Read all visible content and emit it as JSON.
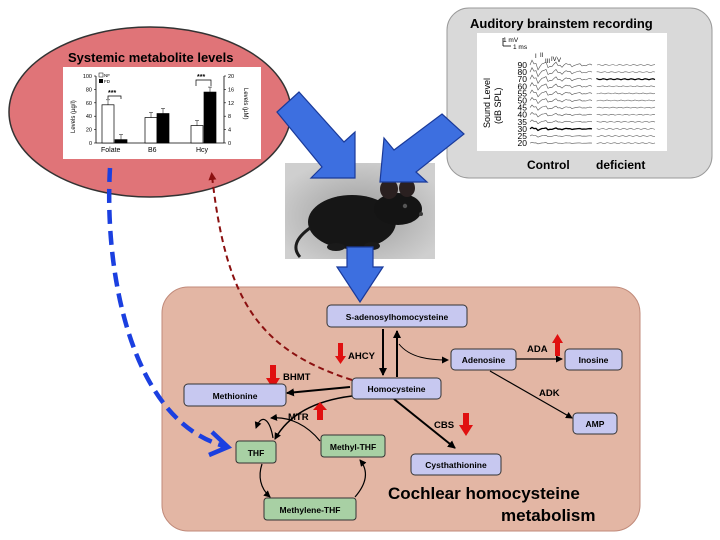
{
  "panels": {
    "systemic_title": "Systemic metabolite levels",
    "auditory_title": "Auditory brainstem recording",
    "cochlear_title_line1": "Cochlear homocysteine",
    "cochlear_title_line2": "metabolism"
  },
  "bar_chart": {
    "ylabel_left": "Levels (µg/l)",
    "ylabel_right": "Levels (µM)",
    "left_ticks": [
      "100",
      "80",
      "60",
      "40",
      "20",
      "0"
    ],
    "right_ticks": [
      "20",
      "16",
      "12",
      "8",
      "4",
      "0"
    ],
    "legend": [
      "NF",
      "FD"
    ],
    "categories": [
      "Folate",
      "B6",
      "Hcy"
    ],
    "significance": [
      "***",
      "***"
    ],
    "values": {
      "folate": [
        57,
        5
      ],
      "b6": [
        38,
        44
      ],
      "hcy": [
        5.2,
        15.2
      ]
    }
  },
  "abr": {
    "scale_mv": "1 mV",
    "scale_ms": "1 ms",
    "wave_labels": [
      "I",
      "II",
      "III",
      "IV",
      "V"
    ],
    "ylabel_line1": "Sound Level",
    "ylabel_line2": "(dB SPL)",
    "levels": [
      "90",
      "80",
      "70",
      "60",
      "55",
      "50",
      "45",
      "40",
      "35",
      "30",
      "25",
      "20"
    ],
    "group_control": "Control",
    "group_deficient": "deficient"
  },
  "nodes": {
    "sah": "S-adenosylhomocysteine",
    "adenosine": "Adenosine",
    "inosine": "Inosine",
    "methionine": "Methionine",
    "homocysteine": "Homocysteine",
    "amp": "AMP",
    "thf": "THF",
    "methyl_thf": "Methyl-THF",
    "cysthathionine": "Cysthathionine",
    "methylene_thf": "Methylene-THF"
  },
  "enzymes": {
    "ahcy": "AHCY",
    "ada": "ADA",
    "bhmt": "BHMT",
    "adk": "ADK",
    "mtr": "MTR",
    "cbs": "CBS"
  },
  "colors": {
    "ellipse": "#e07478",
    "cochlear_box": "#e3b6a4",
    "auditory_box": "#d9d9d9",
    "node_purple": "#c7c8f0",
    "node_green": "#a8d0a4",
    "blue_arrow": "#3d6fe0",
    "red_arrow": "#e01010",
    "dashed_blue": "#1b3fe0",
    "dashed_red": "#8b1010"
  }
}
